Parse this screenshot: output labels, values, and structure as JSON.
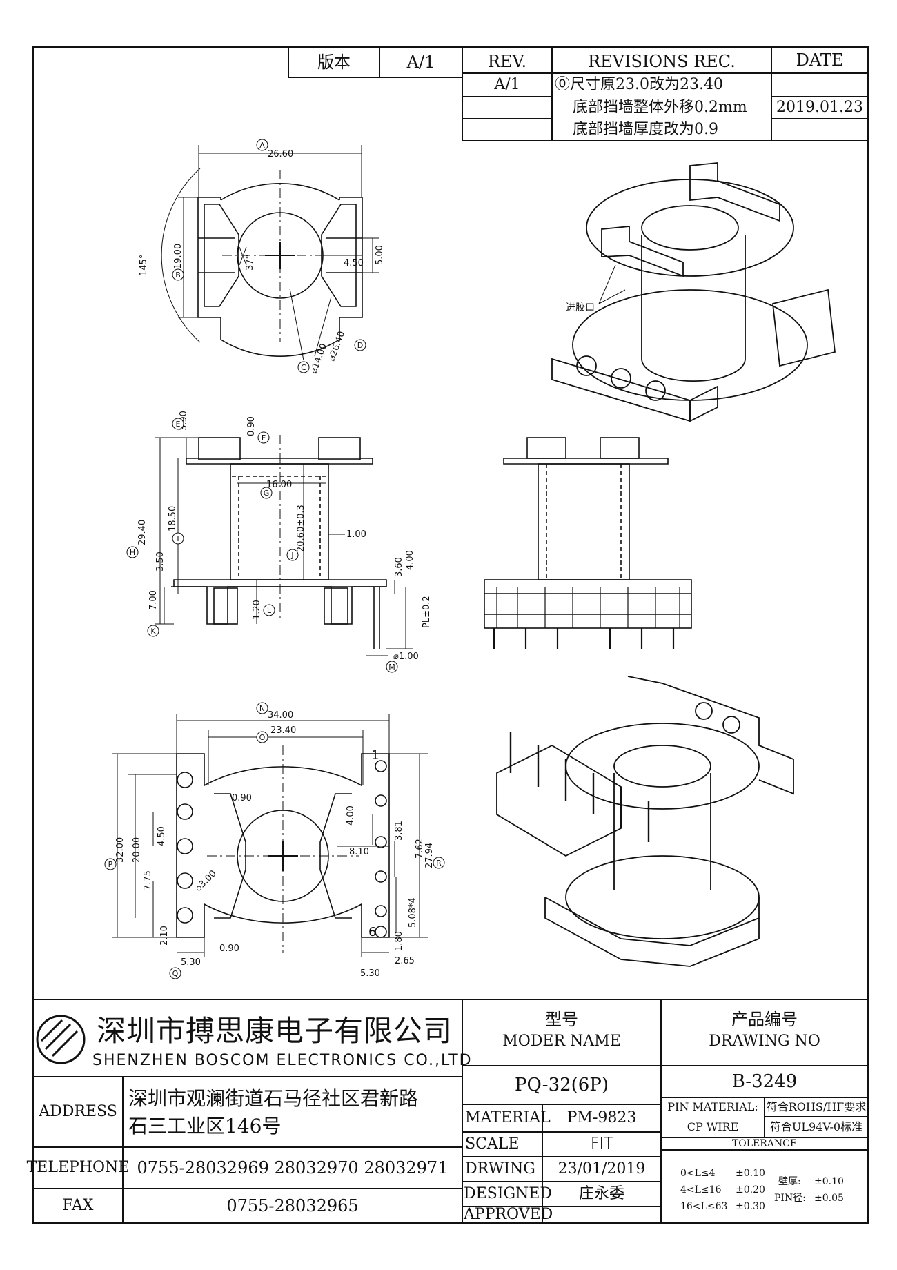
{
  "header": {
    "version_label": "版本",
    "version_value": "A/1",
    "rev_label": "REV.",
    "revisions_label": "REVISIONS REC.",
    "date_label": "DATE",
    "rev_value": "A/1",
    "revision_lines": [
      "⓪尺寸原23.0改为23.40",
      "底部挡墙整体外移0.2mm",
      "底部挡墙厚度改为0.9"
    ],
    "date_value": "2019.01.23"
  },
  "drawing": {
    "top_view": {
      "dim_A": "26.60",
      "dim_B": "19.00",
      "angle_145": "145°",
      "angle_37": "37°",
      "dim_450": "4.50",
      "dim_500": "5.00",
      "dim_C": "⌀14.00",
      "dim_D": "⌀26.40",
      "tags": [
        "A",
        "B",
        "C",
        "D"
      ]
    },
    "side_view": {
      "dim_E": "3.90",
      "dim_090": "0.90",
      "dim_G": "16.00",
      "dim_F": "18.50",
      "dim_H": "29.40",
      "dim_2060": "20.60±0.3",
      "dim_100": "1.00",
      "dim_J": "3.50",
      "dim_360": "3.60",
      "dim_400": "4.00",
      "dim_K": "7.00",
      "dim_120": "1.20",
      "dim_PL": "PL±0.2",
      "dim_M": "⌀1.00",
      "tags": [
        "E",
        "F",
        "G",
        "H",
        "I",
        "J",
        "K",
        "L",
        "M"
      ]
    },
    "iso_label": "进胶口",
    "bottom_view": {
      "dim_N": "34.00",
      "dim_O": "23.40",
      "dim_090a": "0.90",
      "dim_P": "32.00",
      "dim_2000": "20.00",
      "dim_450": "4.50",
      "dim_775": "7.75",
      "dim_300": "⌀3.00",
      "dim_210": "2.10",
      "dim_090b": "0.90",
      "dim_Q": "5.30",
      "dim_400": "4.00",
      "dim_381": "3.81",
      "dim_810": "8.10",
      "dim_762": "7.62",
      "dim_R": "27.94",
      "dim_508": "5.08*4",
      "dim_180": "1.80",
      "dim_265": "2.65",
      "dim_530b": "5.30",
      "pin1": "1",
      "pin6": "6",
      "tags": [
        "N",
        "O",
        "P",
        "Q",
        "R"
      ]
    }
  },
  "title_block": {
    "company_cn": "深圳市搏思康电子有限公司",
    "company_en": "SHENZHEN BOSCOM ELECTRONICS CO.,LTD",
    "address_label": "ADDRESS",
    "address_line1": "深圳市观澜街道石马径社区君新路",
    "address_line2": "石三工业区146号",
    "telephone_label": "TELEPHONE",
    "telephone_value": "0755-28032969 28032970 28032971",
    "fax_label": "FAX",
    "fax_value": "0755-28032965",
    "model_cn": "型号",
    "model_en": "MODER NAME",
    "drawing_no_cn": "产品编号",
    "drawing_no_en": "DRAWING NO",
    "model_value": "PQ-32(6P)",
    "drawing_no_value": "B-3249",
    "material_label": "MATERIAL",
    "material_value": "PM-9823",
    "scale_label": "SCALE",
    "scale_value": "FIT",
    "drawing_label": "DRWING",
    "drawing_date": "23/01/2019",
    "designed_label": "DESIGNED",
    "designed_value": "庄永委",
    "approved_label": "APPROVED",
    "approved_value": "",
    "pin_material_label": "PIN MATERIAL:",
    "pin_material_value": "符合ROHS/HF要求",
    "cp_wire_label": "CP WIRE",
    "cp_wire_value": "符合UL94V-0标准",
    "tolerance_label": "TOLERANCE",
    "tol_rows": [
      {
        "range": "0<L≤4",
        "value": "±0.10"
      },
      {
        "range": "4<L≤16",
        "value": "±0.20"
      },
      {
        "range": "16<L≤63",
        "value": "±0.30"
      }
    ],
    "wall_label": "壁厚:",
    "wall_value": "±0.10",
    "pin_dia_label": "PIN径:",
    "pin_dia_value": "±0.05"
  }
}
